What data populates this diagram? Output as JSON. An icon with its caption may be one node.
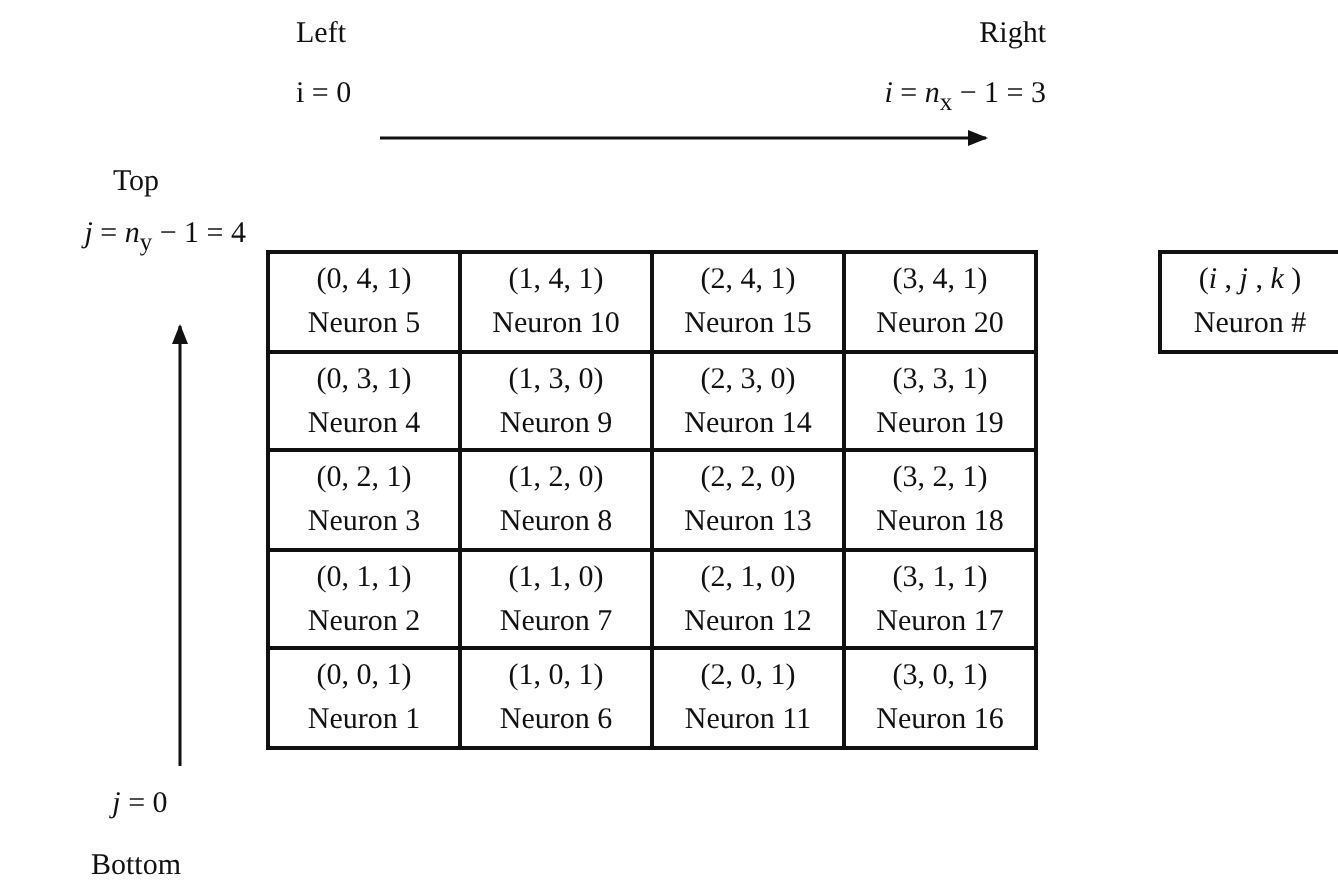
{
  "diagram": {
    "nodes": [
      {
        "text": [
          "(0, 4, 1)",
          "Neuron 5"
        ]
      },
      {
        "text": [
          "(1, 4, 1)",
          "Neuron 10"
        ]
      },
      {
        "text": [
          "(2, 4, 1)",
          "Neuron 15"
        ]
      },
      {
        "text": [
          "(3, 4, 1)",
          "Neuron 20"
        ]
      },
      {
        "text": [
          "(0, 3, 1)",
          "Neuron 4"
        ]
      },
      {
        "text": [
          "(1, 3, 0)",
          "Neuron 9"
        ]
      },
      {
        "text": [
          "(2, 3, 0)",
          "Neuron 14"
        ]
      },
      {
        "text": [
          "(3, 3, 1)",
          "Neuron 19"
        ]
      },
      {
        "text": [
          "(0, 2, 1)",
          "Neuron 3"
        ]
      },
      {
        "text": [
          "(1, 2, 0)",
          "Neuron 8"
        ]
      },
      {
        "text": [
          "(2, 2, 0)",
          "Neuron 13"
        ]
      },
      {
        "text": [
          "(3, 2, 1)",
          "Neuron 18"
        ]
      },
      {
        "text": [
          "(0, 1, 1)",
          "Neuron 2"
        ]
      },
      {
        "text": [
          "(1, 1, 0)",
          "Neuron 7"
        ]
      },
      {
        "text": [
          "(2, 1, 0)",
          "Neuron 12"
        ]
      },
      {
        "text": [
          "(3, 1, 1)",
          "Neuron 17"
        ]
      },
      {
        "text": [
          "(0, 0, 1)",
          "Neuron 1"
        ]
      },
      {
        "text": [
          "(1, 0, 1)",
          "Neuron 6"
        ]
      },
      {
        "text": [
          "(2, 0, 1)",
          "Neuron 11"
        ]
      },
      {
        "text": [
          "(3, 0, 1)",
          "Neuron 16"
        ]
      },
      {
        "text": [
          "(*i* , *j* , *k* )",
          "Neuron #"
        ]
      }
    ],
    "edges": [],
    "labels": [
      "Left",
      "Right",
      "i = 0",
      "*i* = *n*$_{x}$ − 1 = 3",
      "Top",
      "*j* = *n*$_{y}$ − 1 = 4",
      "*j* = 0",
      "Bottom"
    ]
  }
}
